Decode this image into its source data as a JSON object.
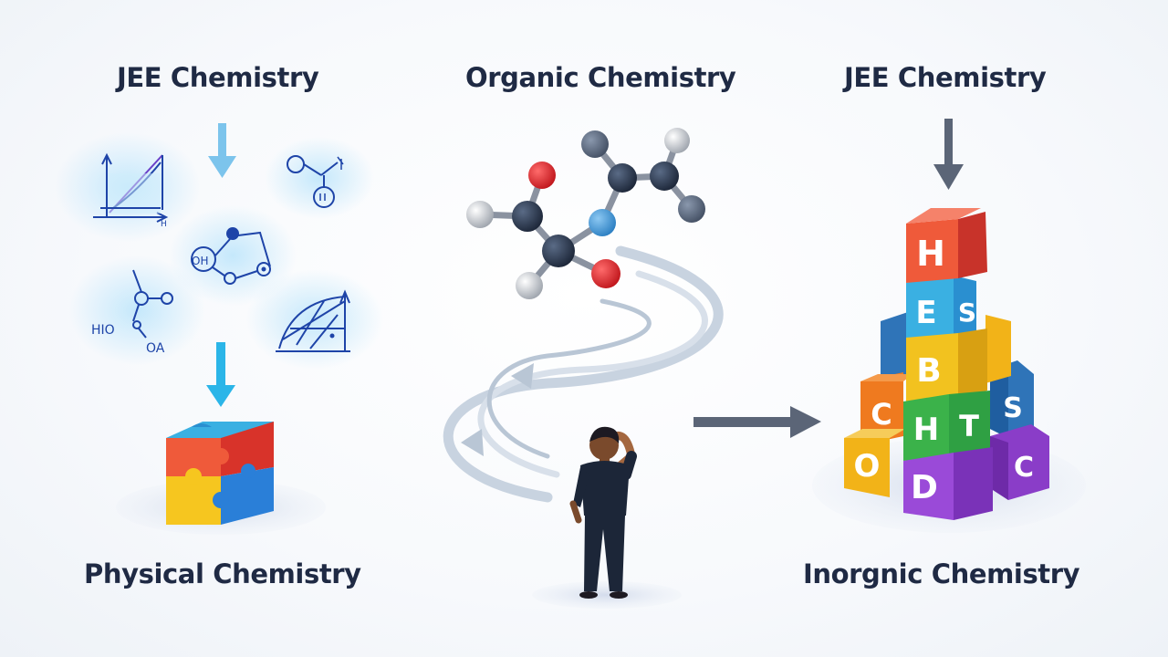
{
  "headings": {
    "left_top": "JEE Chemistry",
    "middle_top": "Organic Chemistry",
    "right_top": "JEE Chemistry",
    "left_bottom": "Physical Chemistry",
    "right_bottom": "Inorgnic Chemistry"
  },
  "formula_labels": {
    "oh": "OH",
    "hio": "HIO",
    "oa": "OA",
    "h_axis": "H"
  },
  "blocks": {
    "h": "H",
    "e": "E",
    "s1": "S",
    "b": "B",
    "c": "C",
    "h2": "H",
    "t": "T",
    "s2": "S",
    "o": "O",
    "d": "D",
    "c2": "C"
  },
  "colors": {
    "title": "#1f2a44",
    "arrow_light": "#7cc4ec",
    "arrow_cyan": "#2bb5e8",
    "arrow_gray": "#5b6577",
    "sketch_blue": "#1e44a8",
    "atom_red": "#d8232a",
    "atom_blue": "#3b8fd0",
    "atom_dark": "#2b3a52"
  }
}
